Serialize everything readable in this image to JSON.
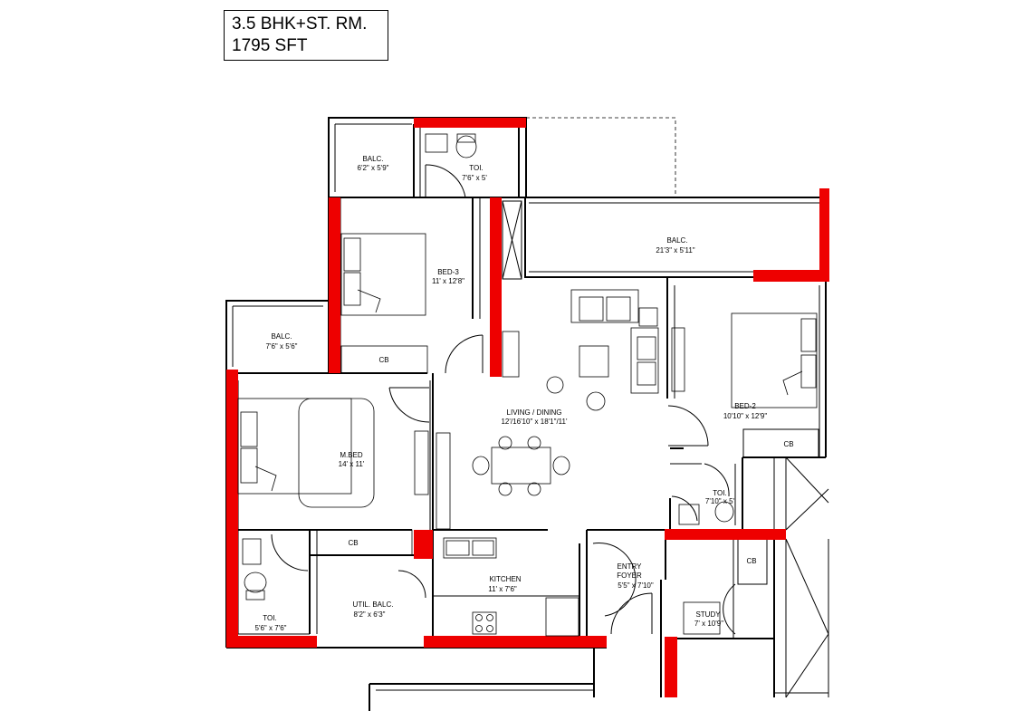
{
  "header": {
    "config": "3.5 BHK+ST. RM.",
    "area": "1795 SFT"
  },
  "colors": {
    "structural_wall": "#ee0000",
    "line": "#000000",
    "background": "#ffffff"
  },
  "rooms": {
    "balc_top": {
      "name": "BALC.",
      "dims": "6'2\" x 5'9\""
    },
    "toi_top": {
      "name": "TOI.",
      "dims": "7'6\" x 5'"
    },
    "balc_large": {
      "name": "BALC.",
      "dims": "21'3\" x 5'11\""
    },
    "bed3": {
      "name": "BED-3",
      "dims": "11' x 12'8\""
    },
    "balc_left": {
      "name": "BALC.",
      "dims": "7'6\" x 5'6\""
    },
    "living": {
      "name": "LIVING / DINING",
      "dims": "12'/16'10\" x 18'1\"/11'"
    },
    "bed2": {
      "name": "BED-2",
      "dims": "10'10\" x 12'9\""
    },
    "mbed": {
      "name": "M.BED",
      "dims": "14' x 11'"
    },
    "toi_right": {
      "name": "TOI.",
      "dims": "7'10\" x 5'"
    },
    "kitchen": {
      "name": "KITCHEN",
      "dims": "11' x 7'6\""
    },
    "entry": {
      "name": "ENTRY",
      "name2": "FOYER",
      "dims": "5'5\" x 7'10\""
    },
    "util": {
      "name": "UTIL. BALC.",
      "dims": "8'2\" x 6'3\""
    },
    "toi_left": {
      "name": "TOI.",
      "dims": "5'6\" x 7'6\""
    },
    "study": {
      "name": "STUDY",
      "dims": "7' x 10'9\""
    }
  },
  "cabinets": {
    "cb_bed3": "CB",
    "cb_bed2": "CB",
    "cb_mbed": "CB",
    "cb_study": "CB"
  }
}
